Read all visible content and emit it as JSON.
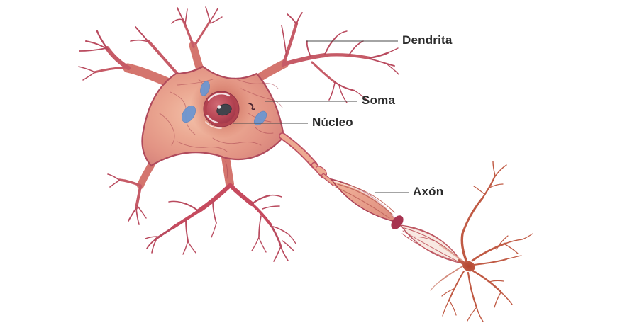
{
  "diagram": {
    "subject": "neuron",
    "labels": [
      {
        "id": "dendrite",
        "text": "Dendrita"
      },
      {
        "id": "soma",
        "text": "Soma"
      },
      {
        "id": "nucleus",
        "text": "Núcleo"
      },
      {
        "id": "axon",
        "text": "Axón"
      }
    ],
    "colors": {
      "cell_body": "#e89c88",
      "membrane_edge": "#b04a5c",
      "dendrite": "#c2566a",
      "nucleus": "#b2424f",
      "nucleolus": "#42444c",
      "organelle_blue": "#6d96d0",
      "axon_terminal": "#c05a44",
      "label_text": "#2b2b2b",
      "leader_line": "#4a4a4a",
      "background": "#ffffff"
    }
  }
}
